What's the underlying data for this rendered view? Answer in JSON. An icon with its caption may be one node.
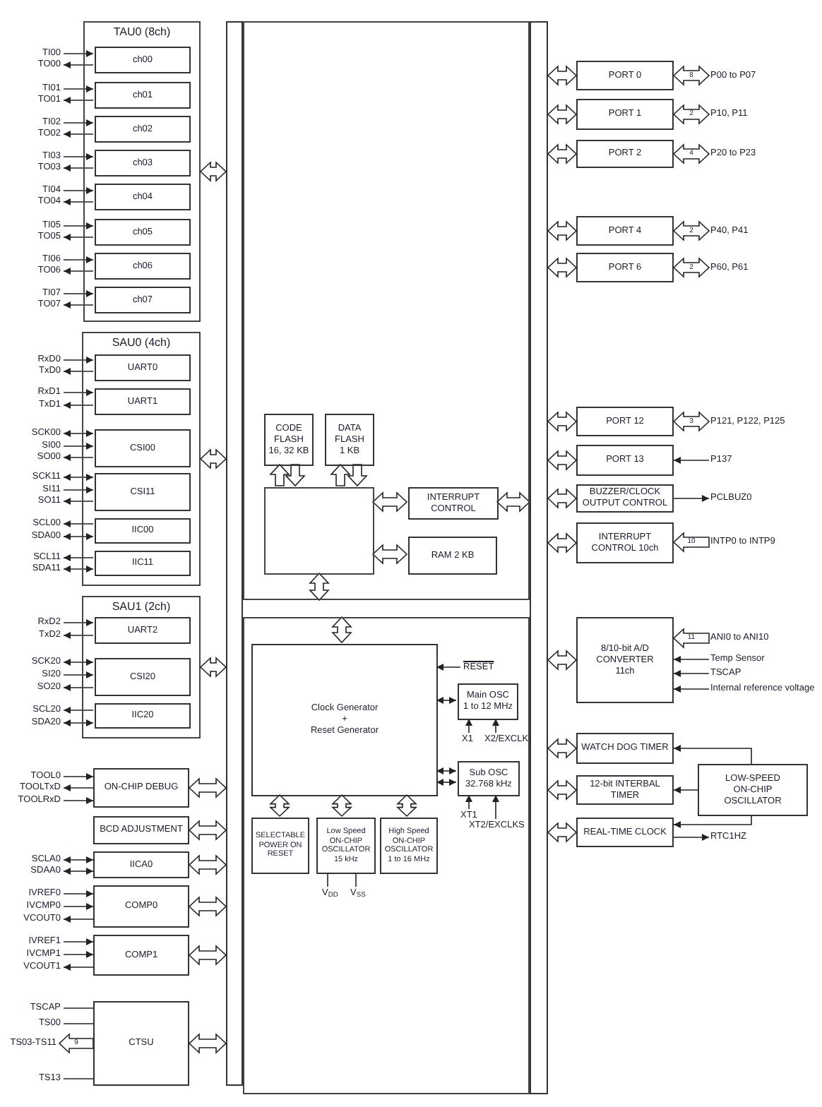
{
  "diagram": {
    "nodes": [
      {
        "text": [
          "TAU0 (8ch)"
        ]
      },
      {
        "text": [
          "ch00"
        ],
        "in": 0
      },
      {
        "text": [
          "ch01"
        ],
        "in": 0
      },
      {
        "text": [
          "ch02"
        ],
        "in": 0
      },
      {
        "text": [
          "ch03"
        ],
        "in": 0
      },
      {
        "text": [
          "ch04"
        ],
        "in": 0
      },
      {
        "text": [
          "ch05"
        ],
        "in": 0
      },
      {
        "text": [
          "ch06"
        ],
        "in": 0
      },
      {
        "text": [
          "ch07"
        ],
        "in": 0
      },
      {
        "text": [
          "TI00"
        ]
      },
      {
        "text": [
          "TO00"
        ]
      },
      {
        "text": [
          "TI01"
        ]
      },
      {
        "text": [
          "TO01"
        ]
      },
      {
        "text": [
          "TI02"
        ]
      },
      {
        "text": [
          "TO02"
        ]
      },
      {
        "text": [
          "TI03"
        ]
      },
      {
        "text": [
          "TO03"
        ]
      },
      {
        "text": [
          "TI04"
        ]
      },
      {
        "text": [
          "TO04"
        ]
      },
      {
        "text": [
          "TI05"
        ]
      },
      {
        "text": [
          "TO05"
        ]
      },
      {
        "text": [
          "TI06"
        ]
      },
      {
        "text": [
          "TO06"
        ]
      },
      {
        "text": [
          "TI07"
        ]
      },
      {
        "text": [
          "TO07"
        ]
      },
      {
        "text": [
          "SAU0 (4ch)"
        ]
      },
      {
        "text": [
          "UART0"
        ],
        "in": 25
      },
      {
        "text": [
          "UART1"
        ],
        "in": 25
      },
      {
        "text": [
          "CSI00"
        ],
        "in": 25
      },
      {
        "text": [
          "CSI11"
        ],
        "in": 25
      },
      {
        "text": [
          "IIC00"
        ],
        "in": 25
      },
      {
        "text": [
          "IIC11"
        ],
        "in": 25
      },
      {
        "text": [
          "RxD0"
        ]
      },
      {
        "text": [
          "TxD0"
        ]
      },
      {
        "text": [
          "RxD1"
        ]
      },
      {
        "text": [
          "TxD1"
        ]
      },
      {
        "text": [
          "SCK00"
        ]
      },
      {
        "text": [
          "SI00"
        ]
      },
      {
        "text": [
          "SO00"
        ]
      },
      {
        "text": [
          "SCK11"
        ]
      },
      {
        "text": [
          "SI11"
        ]
      },
      {
        "text": [
          "SO11"
        ]
      },
      {
        "text": [
          "SCL00"
        ]
      },
      {
        "text": [
          "SDA00"
        ]
      },
      {
        "text": [
          "SCL11"
        ]
      },
      {
        "text": [
          "SDA11"
        ]
      },
      {
        "text": [
          "SAU1 (2ch)"
        ]
      },
      {
        "text": [
          "UART2"
        ],
        "in": 46
      },
      {
        "text": [
          "CSI20"
        ],
        "in": 46
      },
      {
        "text": [
          "IIC20"
        ],
        "in": 46
      },
      {
        "text": [
          "RxD2"
        ]
      },
      {
        "text": [
          "TxD2"
        ]
      },
      {
        "text": [
          "SCK20"
        ]
      },
      {
        "text": [
          "SI20"
        ]
      },
      {
        "text": [
          "SO20"
        ]
      },
      {
        "text": [
          "SCL20"
        ]
      },
      {
        "text": [
          "SDA20"
        ]
      },
      {
        "text": [
          "ON-CHIP DEBUG"
        ]
      },
      {
        "text": [
          "TOOL0"
        ]
      },
      {
        "text": [
          "TOOLTxD"
        ]
      },
      {
        "text": [
          "TOOLRxD"
        ]
      },
      {
        "text": [
          "BCD ADJUSTMENT"
        ]
      },
      {
        "text": [
          "IICA0"
        ]
      },
      {
        "text": [
          "SCLA0"
        ]
      },
      {
        "text": [
          "SDAA0"
        ]
      },
      {
        "text": [
          "COMP0"
        ]
      },
      {
        "text": [
          "IVREF0"
        ]
      },
      {
        "text": [
          "IVCMP0"
        ]
      },
      {
        "text": [
          "VCOUT0"
        ]
      },
      {
        "text": [
          "COMP1"
        ]
      },
      {
        "text": [
          "IVREF1"
        ]
      },
      {
        "text": [
          "IVCMP1"
        ]
      },
      {
        "text": [
          "VCOUT1"
        ]
      },
      {
        "text": [
          "CTSU"
        ]
      },
      {
        "text": [
          "TSCAP"
        ]
      },
      {
        "text": [
          "TS00"
        ]
      },
      {
        "text": [
          "TS03-TS11"
        ]
      },
      {
        "text": [
          "TS13"
        ]
      },
      {
        "text": [],
        "shape": "bar"
      },
      {
        "text": [],
        "shape": "box"
      },
      {
        "text": [
          "CODE FLASH 16, 32 KB"
        ],
        "in": 79
      },
      {
        "text": [
          "DATA FLASH 1 KB"
        ],
        "in": 79
      },
      {
        "text": [],
        "shape": "box",
        "in": 79
      },
      {
        "text": [
          "INTERRUPT CONTROL"
        ],
        "in": 79
      },
      {
        "text": [
          "RAM 2 KB"
        ],
        "in": 79
      },
      {
        "text": [],
        "shape": "box"
      },
      {
        "text": [
          "Clock Generator",
          "+",
          "Reset Generator"
        ],
        "in": 85
      },
      {
        "text": [
          "RESET"
        ],
        "in": 85
      },
      {
        "text": [
          "Main OSC",
          "1 to 12 MHz"
        ],
        "in": 85
      },
      {
        "text": [
          "X1"
        ],
        "in": 85
      },
      {
        "text": [
          "X2/EXCLK"
        ],
        "in": 85
      },
      {
        "text": [
          "Sub OSC 32.768 kHz"
        ],
        "in": 85
      },
      {
        "text": [
          "XT1"
        ],
        "in": 85
      },
      {
        "text": [
          "XT2/EXCLKS"
        ],
        "in": 85
      },
      {
        "text": [
          "SELECTABLE POWER ON RESET"
        ],
        "in": 85
      },
      {
        "text": [
          "Low Speed ON-CHIP OSCILLATOR 15 kHz"
        ],
        "in": 85
      },
      {
        "text": [
          "High Speed ON-CHIP OSCILLATOR 1 to 16 MHz"
        ],
        "in": 85
      },
      {
        "text": [
          "V$_{DD}$"
        ],
        "in": 85
      },
      {
        "text": [
          "V$_{SS}$"
        ],
        "in": 85
      },
      {
        "text": [],
        "shape": "bar"
      },
      {
        "text": [
          "PORT 0"
        ]
      },
      {
        "text": [
          "P00 to P07"
        ]
      },
      {
        "text": [
          "PORT 1"
        ]
      },
      {
        "text": [
          "P10, P11"
        ]
      },
      {
        "text": [
          "PORT 2"
        ]
      },
      {
        "text": [
          "P20 to P23"
        ]
      },
      {
        "text": [
          "PORT 4"
        ]
      },
      {
        "text": [
          "P40, P41"
        ]
      },
      {
        "text": [
          "PORT 6"
        ]
      },
      {
        "text": [
          "P60, P61"
        ]
      },
      {
        "text": [
          "PORT 12"
        ]
      },
      {
        "text": [
          "P121, P122, P125"
        ]
      },
      {
        "text": [
          "PORT 13"
        ]
      },
      {
        "text": [
          "P137"
        ]
      },
      {
        "text": [
          "BUZZER/CLOCK OUTPUT CONTROL"
        ]
      },
      {
        "text": [
          "PCLBUZ0"
        ]
      },
      {
        "text": [
          "INTERRUPT CONTROL 10ch"
        ]
      },
      {
        "text": [
          "INTP0 to INTP9"
        ]
      },
      {
        "text": [
          "8/10-bit A/D CONVERTER",
          "11ch"
        ]
      },
      {
        "text": [
          "ANI0 to ANI10"
        ]
      },
      {
        "text": [
          "Temp Sensor"
        ]
      },
      {
        "text": [
          "TSCAP"
        ]
      },
      {
        "text": [
          "Internal reference voltage"
        ]
      },
      {
        "text": [
          "WATCH DOG TIMER"
        ]
      },
      {
        "text": [
          "12-bit INTERBAL TIMER"
        ]
      },
      {
        "text": [
          "REAL-TIME CLOCK"
        ]
      },
      {
        "text": [
          "LOW-SPEED ON-CHIP OSCILLATOR"
        ]
      },
      {
        "text": [
          "RTC1HZ"
        ]
      }
    ],
    "edges": [
      {
        "from": 9,
        "to": 1,
        "arrow": "to"
      },
      {
        "from": 1,
        "to": 10,
        "arrow": "to"
      },
      {
        "from": 11,
        "to": 2,
        "arrow": "to"
      },
      {
        "from": 2,
        "to": 12,
        "arrow": "to"
      },
      {
        "from": 13,
        "to": 3,
        "arrow": "to"
      },
      {
        "from": 3,
        "to": 14,
        "arrow": "to"
      },
      {
        "from": 15,
        "to": 4,
        "arrow": "to"
      },
      {
        "from": 4,
        "to": 16,
        "arrow": "to"
      },
      {
        "from": 17,
        "to": 5,
        "arrow": "to"
      },
      {
        "from": 5,
        "to": 18,
        "arrow": "to"
      },
      {
        "from": 19,
        "to": 6,
        "arrow": "to"
      },
      {
        "from": 6,
        "to": 20,
        "arrow": "to"
      },
      {
        "from": 21,
        "to": 7,
        "arrow": "to"
      },
      {
        "from": 7,
        "to": 22,
        "arrow": "to"
      },
      {
        "from": 23,
        "to": 8,
        "arrow": "to"
      },
      {
        "from": 8,
        "to": 24,
        "arrow": "to"
      },
      {
        "from": 32,
        "to": 26,
        "arrow": "to"
      },
      {
        "from": 26,
        "to": 33,
        "arrow": "to"
      },
      {
        "from": 34,
        "to": 27,
        "arrow": "to"
      },
      {
        "from": 27,
        "to": 35,
        "arrow": "to"
      },
      {
        "from": 28,
        "to": 36,
        "arrow": "both"
      },
      {
        "from": 37,
        "to": 28,
        "arrow": "to"
      },
      {
        "from": 28,
        "to": 38,
        "arrow": "to"
      },
      {
        "from": 29,
        "to": 39,
        "arrow": "both"
      },
      {
        "from": 40,
        "to": 29,
        "arrow": "to"
      },
      {
        "from": 29,
        "to": 41,
        "arrow": "to"
      },
      {
        "from": 30,
        "to": 42,
        "arrow": "to"
      },
      {
        "from": 30,
        "to": 43,
        "arrow": "both"
      },
      {
        "from": 31,
        "to": 44,
        "arrow": "to"
      },
      {
        "from": 31,
        "to": 45,
        "arrow": "both"
      },
      {
        "from": 50,
        "to": 47,
        "arrow": "to"
      },
      {
        "from": 47,
        "to": 51,
        "arrow": "to"
      },
      {
        "from": 48,
        "to": 52,
        "arrow": "both"
      },
      {
        "from": 53,
        "to": 48,
        "arrow": "to"
      },
      {
        "from": 48,
        "to": 54,
        "arrow": "to"
      },
      {
        "from": 49,
        "to": 55,
        "arrow": "to"
      },
      {
        "from": 49,
        "to": 56,
        "arrow": "both"
      },
      {
        "from": 58,
        "to": 57,
        "arrow": "to"
      },
      {
        "from": 57,
        "to": 59,
        "arrow": "to"
      },
      {
        "from": 60,
        "to": 57,
        "arrow": "to"
      },
      {
        "from": 62,
        "to": 63,
        "arrow": "both"
      },
      {
        "from": 62,
        "to": 64,
        "arrow": "both"
      },
      {
        "from": 66,
        "to": 65,
        "arrow": "to"
      },
      {
        "from": 67,
        "to": 65,
        "arrow": "to"
      },
      {
        "from": 65,
        "to": 68,
        "arrow": "to"
      },
      {
        "from": 70,
        "to": 69,
        "arrow": "to"
      },
      {
        "from": 71,
        "to": 69,
        "arrow": "to"
      },
      {
        "from": 69,
        "to": 72,
        "arrow": "to"
      },
      {
        "from": 74,
        "to": 73,
        "arrow": "none"
      },
      {
        "from": 75,
        "to": 73,
        "arrow": "none"
      },
      {
        "from": 73,
        "to": 76,
        "arrow": "to",
        "label": "9",
        "style": "thick"
      },
      {
        "from": 77,
        "to": 73,
        "arrow": "none"
      },
      {
        "from": 0,
        "to": 78,
        "arrow": "both",
        "style": "thick"
      },
      {
        "from": 25,
        "to": 78,
        "arrow": "both",
        "style": "thick"
      },
      {
        "from": 46,
        "to": 78,
        "arrow": "both",
        "style": "thick"
      },
      {
        "from": 57,
        "to": 78,
        "arrow": "both",
        "style": "thick"
      },
      {
        "from": 61,
        "to": 78,
        "arrow": "both",
        "style": "thick"
      },
      {
        "from": 62,
        "to": 78,
        "arrow": "both",
        "style": "thick"
      },
      {
        "from": 65,
        "to": 78,
        "arrow": "both",
        "style": "thick"
      },
      {
        "from": 69,
        "to": 78,
        "arrow": "both",
        "style": "thick"
      },
      {
        "from": 73,
        "to": 78,
        "arrow": "both",
        "style": "thick"
      },
      {
        "from": 82,
        "to": 80,
        "arrow": "to",
        "style": "thick"
      },
      {
        "from": 80,
        "to": 82,
        "arrow": "to",
        "style": "thick"
      },
      {
        "from": 82,
        "to": 81,
        "arrow": "to",
        "style": "thick"
      },
      {
        "from": 81,
        "to": 82,
        "arrow": "to",
        "style": "thick"
      },
      {
        "from": 82,
        "to": 83,
        "arrow": "both",
        "style": "thick"
      },
      {
        "from": 82,
        "to": 84,
        "arrow": "both",
        "style": "thick"
      },
      {
        "from": 83,
        "to": 99,
        "arrow": "both",
        "style": "thick"
      },
      {
        "from": 82,
        "to": 79,
        "arrow": "both",
        "style": "thick"
      },
      {
        "from": 85,
        "to": 86,
        "arrow": "both",
        "style": "thick"
      },
      {
        "from": 86,
        "to": 94,
        "arrow": "both",
        "style": "thick"
      },
      {
        "from": 86,
        "to": 95,
        "arrow": "both",
        "style": "thick"
      },
      {
        "from": 86,
        "to": 96,
        "arrow": "both",
        "style": "thick"
      },
      {
        "from": 87,
        "to": 86,
        "arrow": "to"
      },
      {
        "from": 86,
        "to": 88,
        "arrow": "both"
      },
      {
        "from": 86,
        "to": 91,
        "arrow": "both"
      },
      {
        "from": 86,
        "to": 91,
        "arrow": "both"
      },
      {
        "from": 89,
        "to": 88,
        "arrow": "to"
      },
      {
        "from": 90,
        "to": 88,
        "arrow": "to"
      },
      {
        "from": 92,
        "to": 91,
        "arrow": "to"
      },
      {
        "from": 93,
        "to": 91,
        "arrow": "to"
      },
      {
        "from": 97,
        "to": 95,
        "arrow": "none"
      },
      {
        "from": 98,
        "to": 95,
        "arrow": "none"
      },
      {
        "from": 99,
        "to": 100,
        "arrow": "both",
        "style": "thick"
      },
      {
        "from": 99,
        "to": 102,
        "arrow": "both",
        "style": "thick"
      },
      {
        "from": 99,
        "to": 104,
        "arrow": "both",
        "style": "thick"
      },
      {
        "from": 99,
        "to": 106,
        "arrow": "both",
        "style": "thick"
      },
      {
        "from": 99,
        "to": 108,
        "arrow": "both",
        "style": "thick"
      },
      {
        "from": 99,
        "to": 110,
        "arrow": "both",
        "style": "thick"
      },
      {
        "from": 99,
        "to": 112,
        "arrow": "both",
        "style": "thick"
      },
      {
        "from": 99,
        "to": 114,
        "arrow": "both",
        "style": "thick"
      },
      {
        "from": 99,
        "to": 116,
        "arrow": "both",
        "style": "thick"
      },
      {
        "from": 99,
        "to": 118,
        "arrow": "both",
        "style": "thick"
      },
      {
        "from": 99,
        "to": 123,
        "arrow": "both",
        "style": "thick"
      },
      {
        "from": 99,
        "to": 124,
        "arrow": "both",
        "style": "thick"
      },
      {
        "from": 99,
        "to": 125,
        "arrow": "both",
        "style": "thick"
      },
      {
        "from": 100,
        "to": 101,
        "arrow": "both",
        "label": "8",
        "style": "thick"
      },
      {
        "from": 102,
        "to": 103,
        "arrow": "both",
        "label": "2",
        "style": "thick"
      },
      {
        "from": 104,
        "to": 105,
        "arrow": "both",
        "label": "4",
        "style": "thick"
      },
      {
        "from": 106,
        "to": 107,
        "arrow": "both",
        "label": "2",
        "style": "thick"
      },
      {
        "from": 108,
        "to": 109,
        "arrow": "both",
        "label": "2",
        "style": "thick"
      },
      {
        "from": 110,
        "to": 111,
        "arrow": "both",
        "label": "3",
        "style": "thick"
      },
      {
        "from": 113,
        "to": 112,
        "arrow": "to"
      },
      {
        "from": 114,
        "to": 115,
        "arrow": "to"
      },
      {
        "from": 117,
        "to": 116,
        "arrow": "to",
        "label": "10",
        "style": "thick"
      },
      {
        "from": 119,
        "to": 118,
        "arrow": "to",
        "label": "11",
        "style": "thick"
      },
      {
        "from": 120,
        "to": 118,
        "arrow": "to"
      },
      {
        "from": 121,
        "to": 118,
        "arrow": "to"
      },
      {
        "from": 122,
        "to": 118,
        "arrow": "to"
      },
      {
        "from": 126,
        "to": 123,
        "arrow": "to"
      },
      {
        "from": 126,
        "to": 124,
        "arrow": "to"
      },
      {
        "from": 126,
        "to": 125,
        "arrow": "to"
      },
      {
        "from": 125,
        "to": 127,
        "arrow": "to"
      }
    ]
  }
}
